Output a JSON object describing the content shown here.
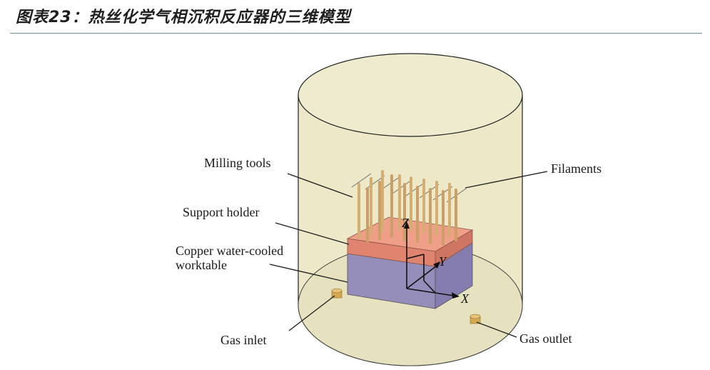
{
  "figure": {
    "title": "图表23：热丝化学气相沉积反应器的三维模型"
  },
  "labels": {
    "milling_tools": "Milling tools",
    "filaments": "Filaments",
    "support_holder": "Support holder",
    "copper_worktable_line1": "Copper water-cooled",
    "copper_worktable_line2": "worktable",
    "gas_inlet": "Gas inlet",
    "gas_outlet": "Gas outlet"
  },
  "axes": {
    "x": "X",
    "y": "Y",
    "z": "Z"
  },
  "colors": {
    "chamber_wall": "#ece8c8",
    "chamber_top": "#efebcf",
    "support_holder": "#e68f78",
    "worktable": "#9b93c0",
    "tool": "#d9b278",
    "port": "#d7a94f"
  }
}
